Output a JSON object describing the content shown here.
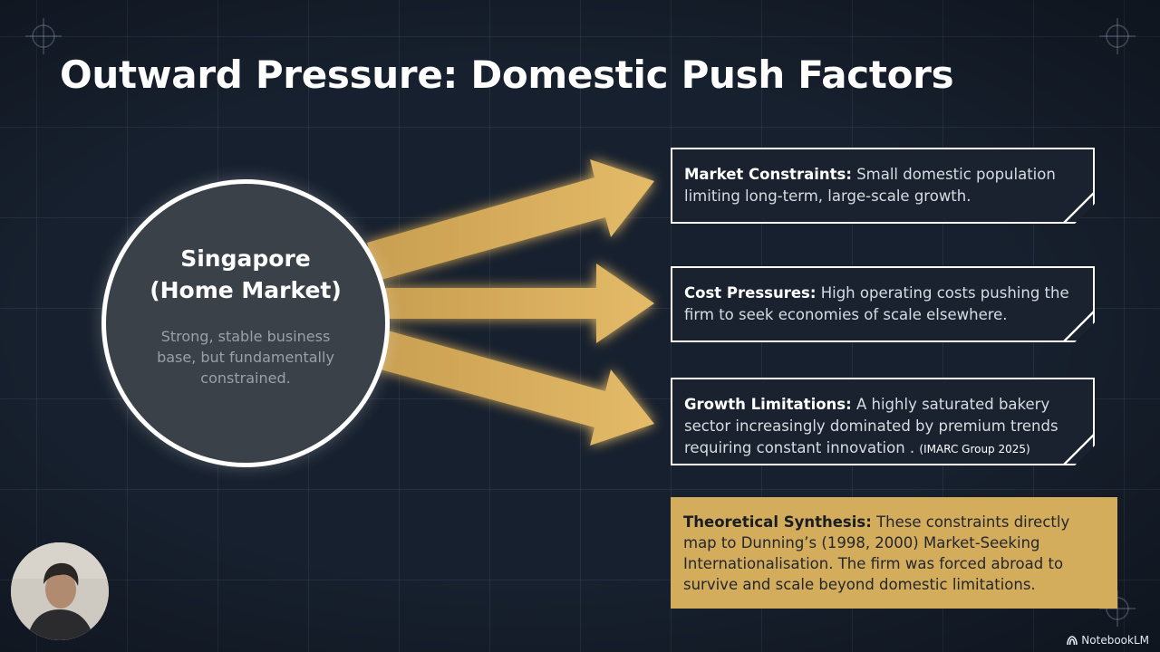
{
  "slide": {
    "title": "Outward Pressure: Domestic Push Factors"
  },
  "home_market": {
    "title_line1": "Singapore",
    "title_line2": "(Home Market)",
    "description": "Strong, stable business base, but fundamentally constrained."
  },
  "factors": [
    {
      "label": "Market Constraints:",
      "text": "Small domestic population limiting long-term, large-scale growth."
    },
    {
      "label": "Cost Pressures:",
      "text": "High operating costs pushing the firm to seek economies of scale elsewhere."
    },
    {
      "label": "Growth Limitations:",
      "text": "A highly saturated bakery sector increasingly dominated by premium trends requiring constant innovation .",
      "citation": "(IMARC Group 2025)"
    }
  ],
  "synthesis": {
    "label": "Theoretical Synthesis:",
    "text": "These constraints directly map to Dunning’s (1998, 2000) Market-Seeking Internationalisation. The firm was forced abroad to survive and scale beyond domestic limitations."
  },
  "branding": {
    "name": "NotebookLM",
    "icon": "notebooklm-logo-icon"
  },
  "webcam": {
    "icon": "presenter-avatar-icon"
  },
  "colors": {
    "background": "#17202e",
    "accent_gold": "#d4ad5c",
    "arrow_gold": "#e0b560",
    "circle_fill": "#3b4148"
  }
}
